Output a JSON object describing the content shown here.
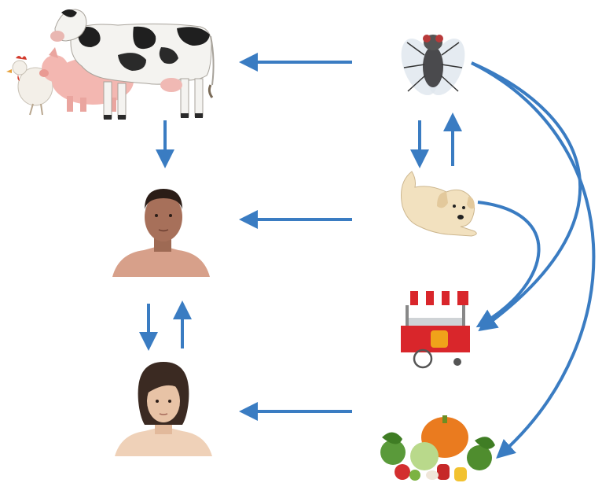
{
  "nodes": [
    {
      "id": "livestock",
      "icon": "livestock-icon"
    },
    {
      "id": "fly",
      "icon": "fly-icon"
    },
    {
      "id": "man",
      "icon": "man-icon"
    },
    {
      "id": "dog",
      "icon": "dog-icon"
    },
    {
      "id": "food-cart",
      "icon": "food-cart-icon"
    },
    {
      "id": "woman",
      "icon": "woman-icon"
    },
    {
      "id": "vegetables",
      "icon": "vegetables-icon"
    }
  ],
  "edges": [
    {
      "from": "fly",
      "to": "livestock"
    },
    {
      "from": "livestock",
      "to": "man"
    },
    {
      "from": "fly",
      "to": "dog"
    },
    {
      "from": "dog",
      "to": "fly"
    },
    {
      "from": "dog",
      "to": "man"
    },
    {
      "from": "man",
      "to": "woman"
    },
    {
      "from": "woman",
      "to": "man"
    },
    {
      "from": "vegetables",
      "to": "woman"
    },
    {
      "from": "dog",
      "to": "food-cart"
    },
    {
      "from": "fly",
      "to": "food-cart"
    },
    {
      "from": "fly",
      "to": "vegetables"
    }
  ],
  "colors": {
    "arrow": "#3a7cc2",
    "skin_man": "#a7705a",
    "skin_woman": "#e8c3a6",
    "cart_red": "#d9262b"
  }
}
